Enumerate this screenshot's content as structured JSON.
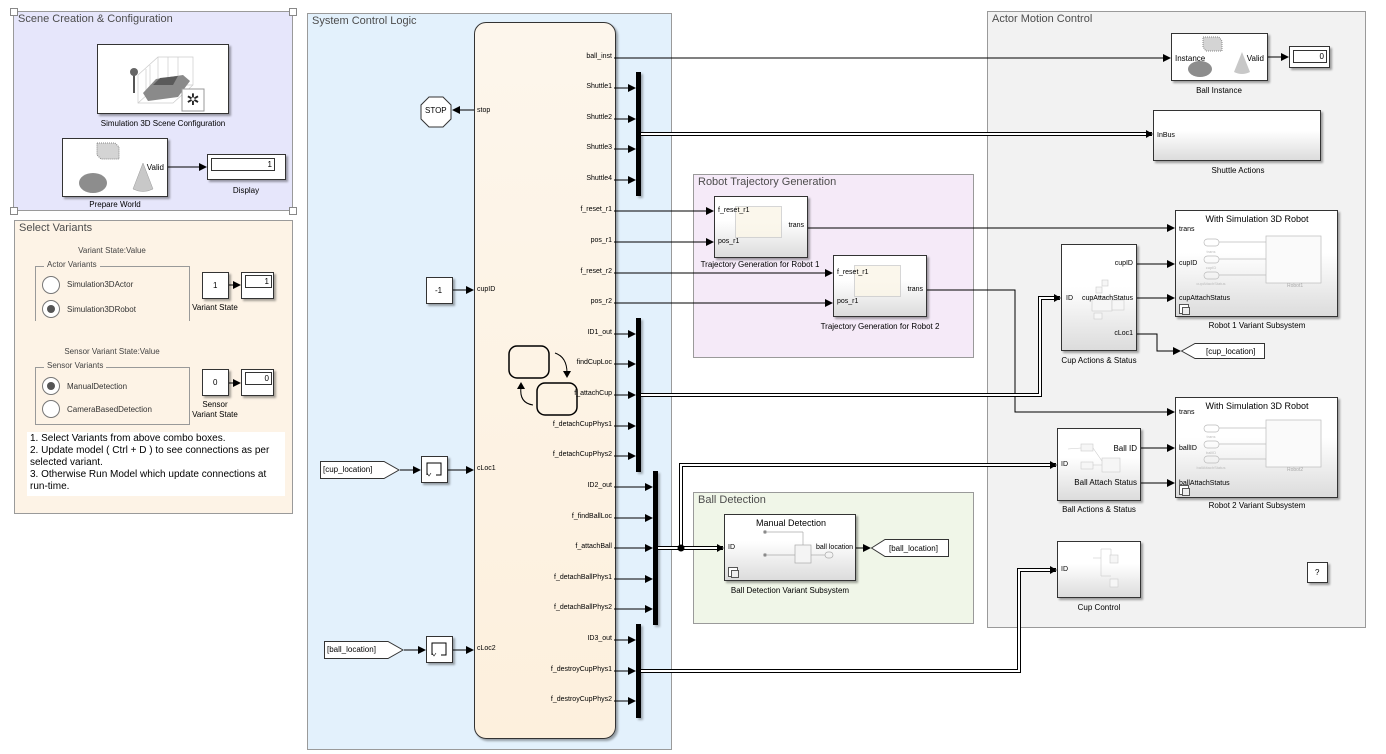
{
  "areas": {
    "scene": {
      "title": "Scene Creation & Configuration",
      "color": "#e6e6fb"
    },
    "variants": {
      "title": "Select Variants",
      "color": "#fdf3e6"
    },
    "control": {
      "title": "System Control Logic",
      "color": "#e3f1fc"
    },
    "trajectory": {
      "title": "Robot Trajectory Generation",
      "color": "#f5eaf8"
    },
    "ball_detection": {
      "title": "Ball Detection",
      "color": "#f0f6e8"
    },
    "actor_motion": {
      "title": "Actor Motion Control",
      "color": "#f2f2f2"
    }
  },
  "scene": {
    "config_block_label": "Simulation 3D Scene Configuration",
    "prepare_world_label": "Prepare World",
    "prepare_world_port": "Valid",
    "display_label": "Display",
    "display_value": "1"
  },
  "variants": {
    "actor_heading": "Variant State:Value",
    "actor_group": "Actor Variants",
    "actor_options": [
      {
        "label": "Simulation3DActor",
        "selected": false
      },
      {
        "label": "Simulation3DRobot",
        "selected": true
      }
    ],
    "actor_const": "1",
    "actor_display": "1",
    "actor_state_label": "Variant State",
    "sensor_heading": "Sensor Variant State:Value",
    "sensor_group": "Sensor Variants",
    "sensor_options": [
      {
        "label": "ManualDetection",
        "selected": true
      },
      {
        "label": "CameraBasedDetection",
        "selected": false
      }
    ],
    "sensor_const": "0",
    "sensor_display": "0",
    "sensor_state_label_1": "Sensor",
    "sensor_state_label_2": "Variant State",
    "instructions": [
      "1. Select Variants from above combo boxes.",
      "2. Update model ( Ctrl + D ) to see connections as per selected variant.",
      "3. Otherwise Run Model which update connections at run-time."
    ]
  },
  "control": {
    "stop_label": "STOP",
    "const_value": "-1",
    "cup_from": "[cup_location]",
    "ball_from": "[ball_location]",
    "inputs": [
      "stop",
      "cupID",
      "cLoc1",
      "cLoc2"
    ],
    "outputs": [
      "ball_inst",
      "Shuttle1",
      "Shuttle2",
      "Shuttle3",
      "Shuttle4",
      "f_reset_r1",
      "pos_r1",
      "f_reset_r2",
      "pos_r2",
      "ID1_out",
      "findCupLoc",
      "f_attachCup",
      "f_detachCupPhys1",
      "f_detachCupPhys2",
      "ID2_out",
      "f_findBallLoc",
      "f_attachBall",
      "f_detachBallPhys1",
      "f_detachBallPhys2",
      "ID3_out",
      "f_destroyCupPhys1",
      "f_destroyCupPhys2"
    ]
  },
  "trajectory": {
    "robot1_label": "Trajectory Generation for Robot 1",
    "robot2_label": "Trajectory Generation for Robot 2",
    "in1": "f_reset_r1",
    "in2": "pos_r1",
    "out": "trans"
  },
  "ball_detection": {
    "subsystem_label": "Ball Detection Variant Subsystem",
    "subsystem_title": "Manual Detection",
    "in": "ID",
    "out": "ball location",
    "goto": "[ball_location]"
  },
  "actor_motion": {
    "ball_instance_label": "Ball Instance",
    "ball_instance_in": "Instance",
    "ball_instance_out": "Valid",
    "ball_display_value": "0",
    "shuttle_label": "Shuttle Actions",
    "shuttle_in": "InBus",
    "cup_actions_label": "Cup Actions & Status",
    "cup_actions_in": "ID",
    "cup_actions_outs": [
      "cupID",
      "cupAttachStatus",
      "cLoc1"
    ],
    "cup_goto": "[cup_location]",
    "robot1_label": "Robot 1 Variant Subsystem",
    "robot1_title": "With Simulation 3D Robot",
    "robot1_ins": [
      "trans",
      "cupID",
      "cupAttachStatus"
    ],
    "robot1_inner": "Robot1",
    "ball_actions_label": "Ball Actions & Status",
    "ball_actions_in": "ID",
    "ball_actions_outs": [
      "Ball ID",
      "Ball Attach Status"
    ],
    "robot2_label": "Robot 2 Variant Subsystem",
    "robot2_title": "With Simulation 3D Robot",
    "robot2_ins": [
      "trans",
      "ballID",
      "ballAttachStatus"
    ],
    "robot2_inner": "Robot2",
    "cup_control_label": "Cup Control",
    "cup_control_in": "ID",
    "help_label": "?"
  }
}
